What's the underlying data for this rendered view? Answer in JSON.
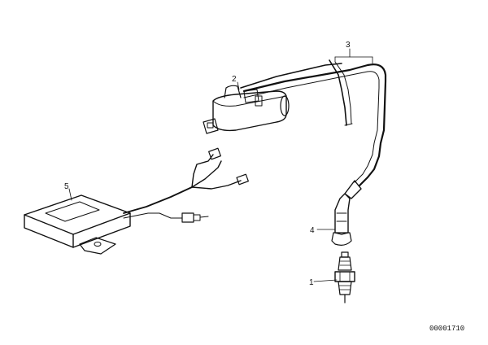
{
  "diagram": {
    "callouts": [
      {
        "id": "label_1",
        "text": "1"
      },
      {
        "id": "label_2",
        "text": "2"
      },
      {
        "id": "label_3",
        "text": "3"
      },
      {
        "id": "label_4",
        "text": "4"
      },
      {
        "id": "label_5",
        "text": "5"
      }
    ],
    "document_number": "00001710"
  }
}
